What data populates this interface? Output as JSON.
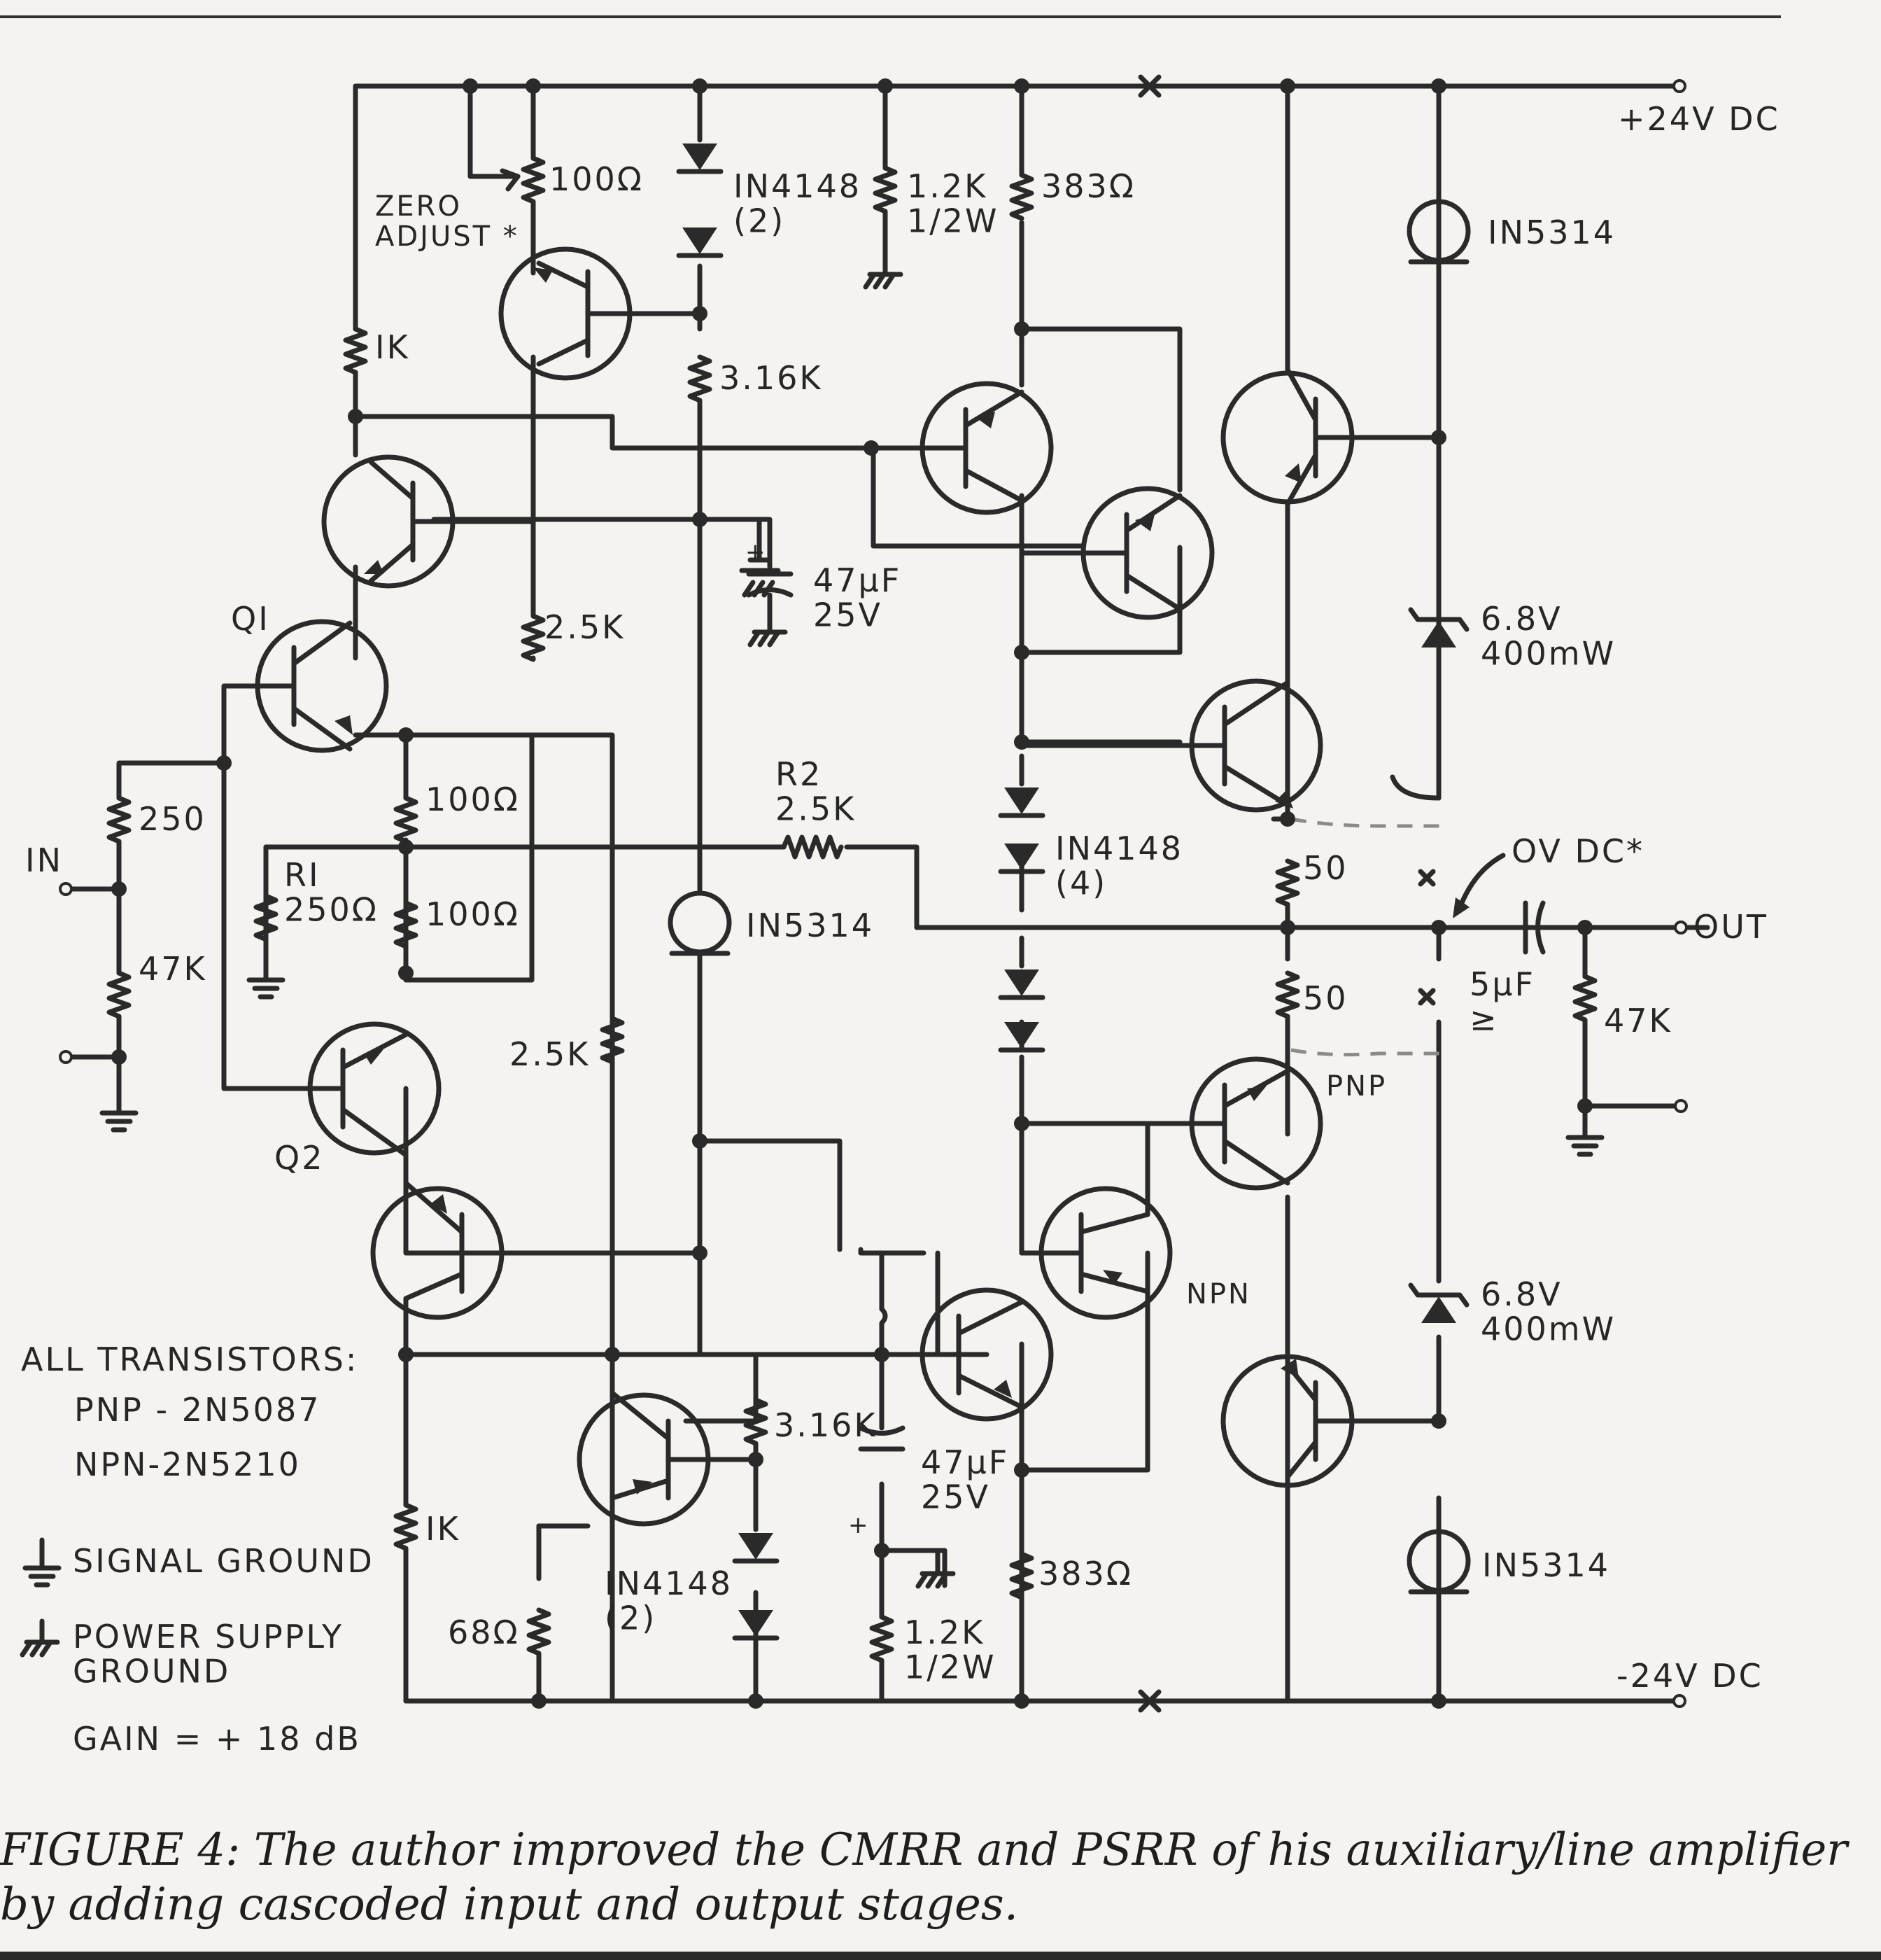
{
  "supplies": {
    "positive": "+24V DC",
    "negative": "-24V DC"
  },
  "io": {
    "input": "IN",
    "output": "OUT",
    "zero_dc": "OV DC*"
  },
  "labels": {
    "trim": "100Ω",
    "zero_adjust": "ZERO\nADJUST *",
    "d_top": "IN4148\n(2)",
    "r_top_1": "1.2K\n1/2W",
    "r_top_2": "383Ω",
    "zener_top": "IN5314",
    "r_1k_top": "IK",
    "r_316_top": "3.16K",
    "cap_top": "47μF\n25V",
    "q1": "QI",
    "r_25_top": "2.5K",
    "zener_68_top": "6.8V\n400mW",
    "r_100_a": "100Ω",
    "r_100_b": "100Ω",
    "r2": "R2\n2.5K",
    "r1": "RI\n250Ω",
    "r_250": "250",
    "r_47k_in": "47K",
    "zener_mid": "IN5314",
    "d_mid": "IN4148\n(4)",
    "r_50_a": "50",
    "r_50_b": "50",
    "cap_out": "5μF\n≥",
    "r_47k_out": "47K",
    "pnp": "PNP",
    "q2": "Q2",
    "r_25_bot": "2.5K",
    "npn": "NPN",
    "zener_68_bot": "6.8V\n400mW",
    "r_316_bot": "3.16K",
    "cap_bot": "47μF\n25V",
    "r_1k_bot": "IK",
    "d_bot": "IN4148\n(2)",
    "r_68": "68Ω",
    "r_383_bot": "383Ω",
    "r_bot_1": "1.2K\n1/2W",
    "zener_bot": "IN5314"
  },
  "notes": {
    "all_transistors": "ALL TRANSISTORS:",
    "pnp_type": "PNP - 2N5087",
    "npn_type": "NPN-2N5210",
    "signal_ground": "SIGNAL GROUND",
    "power_ground": "POWER SUPPLY\nGROUND",
    "gain": "GAIN = + 18 dB"
  },
  "caption": {
    "line1": "FIGURE 4: The author improved the CMRR and PSRR of his auxiliary/line amplifier",
    "line2": "by adding cascoded input and output stages."
  }
}
